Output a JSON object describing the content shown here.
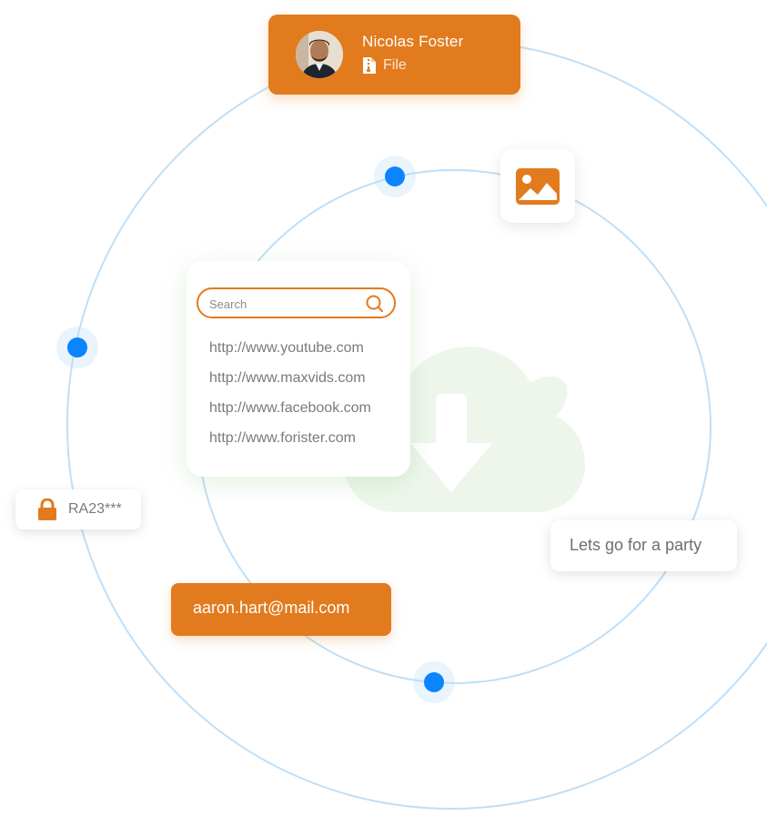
{
  "colors": {
    "accent_orange": "#e27b1e",
    "dot_blue": "#0a84ff",
    "ring": "#bfdff7"
  },
  "profile": {
    "name": "Nicolas Foster",
    "sub_label": "File",
    "sub_icon": "zip-file-icon",
    "avatar_icon": "user-avatar"
  },
  "image_tile": {
    "icon": "image-icon"
  },
  "search": {
    "placeholder": "Search",
    "value": "",
    "icon": "search-icon",
    "results": [
      "http://www.youtube.com",
      "http://www.maxvids.com",
      "http://www.facebook.com",
      "http://www.forister.com"
    ]
  },
  "password": {
    "icon": "lock-icon",
    "value": "RA23***"
  },
  "message": {
    "text": "Lets go for a party"
  },
  "email": {
    "text": "aaron.hart@mail.com"
  },
  "background": {
    "icon": "cloud-download-icon"
  }
}
